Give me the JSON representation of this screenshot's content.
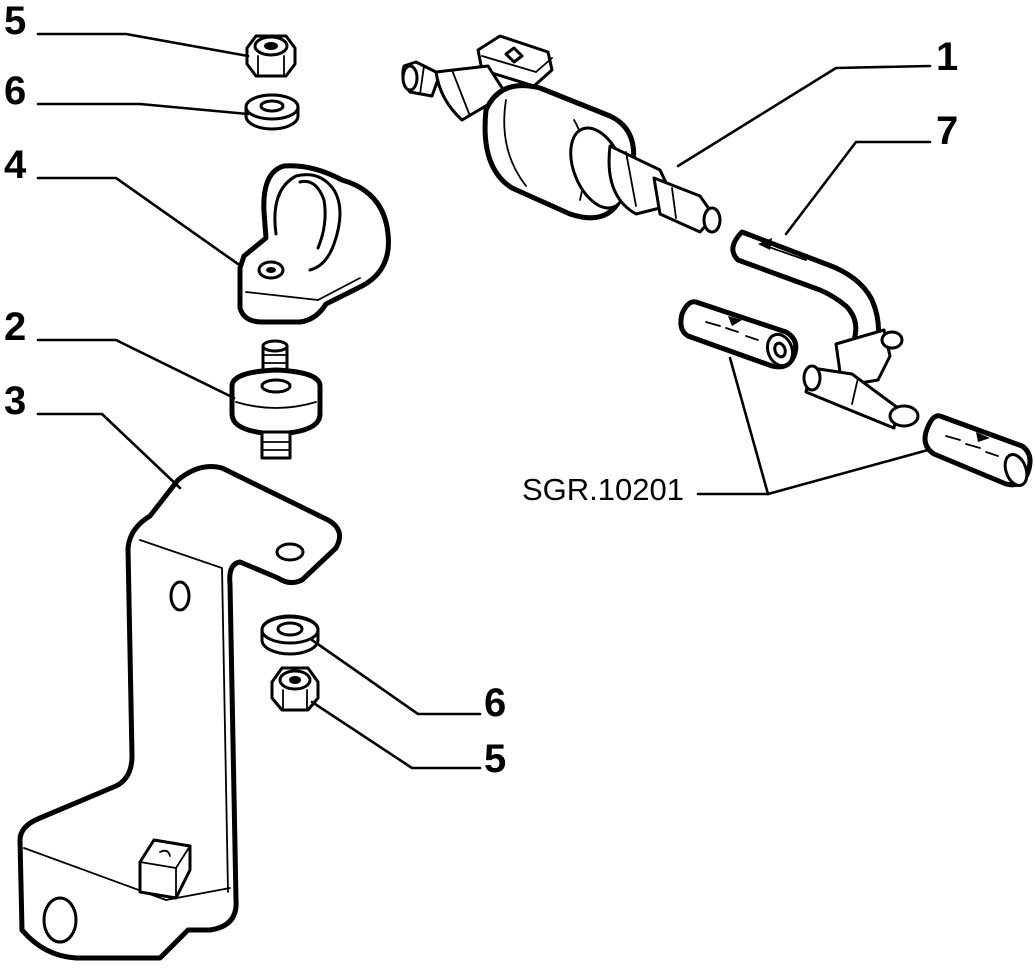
{
  "diagram": {
    "reference_code": "SGR.10201",
    "callouts": [
      {
        "id": "top-nut",
        "label": "5"
      },
      {
        "id": "top-washer",
        "label": "6"
      },
      {
        "id": "clamp",
        "label": "4"
      },
      {
        "id": "mount",
        "label": "2"
      },
      {
        "id": "bracket",
        "label": "3"
      },
      {
        "id": "pump",
        "label": "1"
      },
      {
        "id": "pipe",
        "label": "7"
      },
      {
        "id": "bottom-washer",
        "label": "6"
      },
      {
        "id": "bottom-nut",
        "label": "5"
      }
    ]
  }
}
